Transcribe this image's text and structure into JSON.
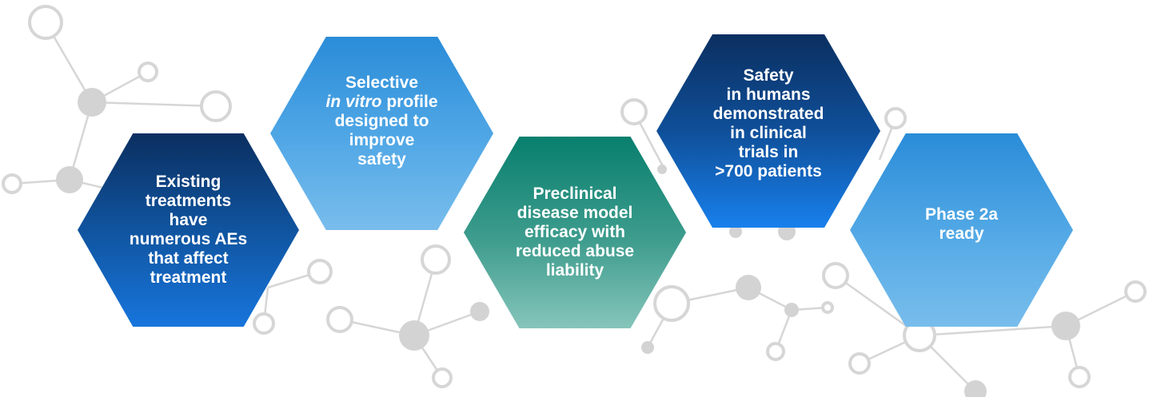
{
  "steps": [
    {
      "id": "existing-treatments",
      "lines": [
        "Existing",
        "treatments",
        "have",
        "numerous AEs",
        "that affect",
        "treatment"
      ]
    },
    {
      "id": "selective-profile",
      "lines": [
        "Selective"
      ],
      "italic_part": "in vitro",
      "rest_part": " profile",
      "lines_after": [
        "designed to",
        "improve",
        "safety"
      ]
    },
    {
      "id": "preclinical-efficacy",
      "lines": [
        "Preclinical",
        "disease model",
        "efficacy with",
        "reduced abuse",
        "liability"
      ]
    },
    {
      "id": "safety-humans",
      "lines": [
        "Safety",
        "in humans",
        "demonstrated",
        "in clinical",
        "trials in",
        ">700 patients"
      ]
    },
    {
      "id": "phase-2a",
      "lines": [
        "Phase 2a",
        "ready"
      ]
    }
  ],
  "colors": {
    "dark_blue": "#0b2f60",
    "bright_blue": "#1775dc",
    "light_blue": "#52a8e6",
    "teal": "#3f9d8e",
    "molecule_grey": "#d3d3d3"
  }
}
